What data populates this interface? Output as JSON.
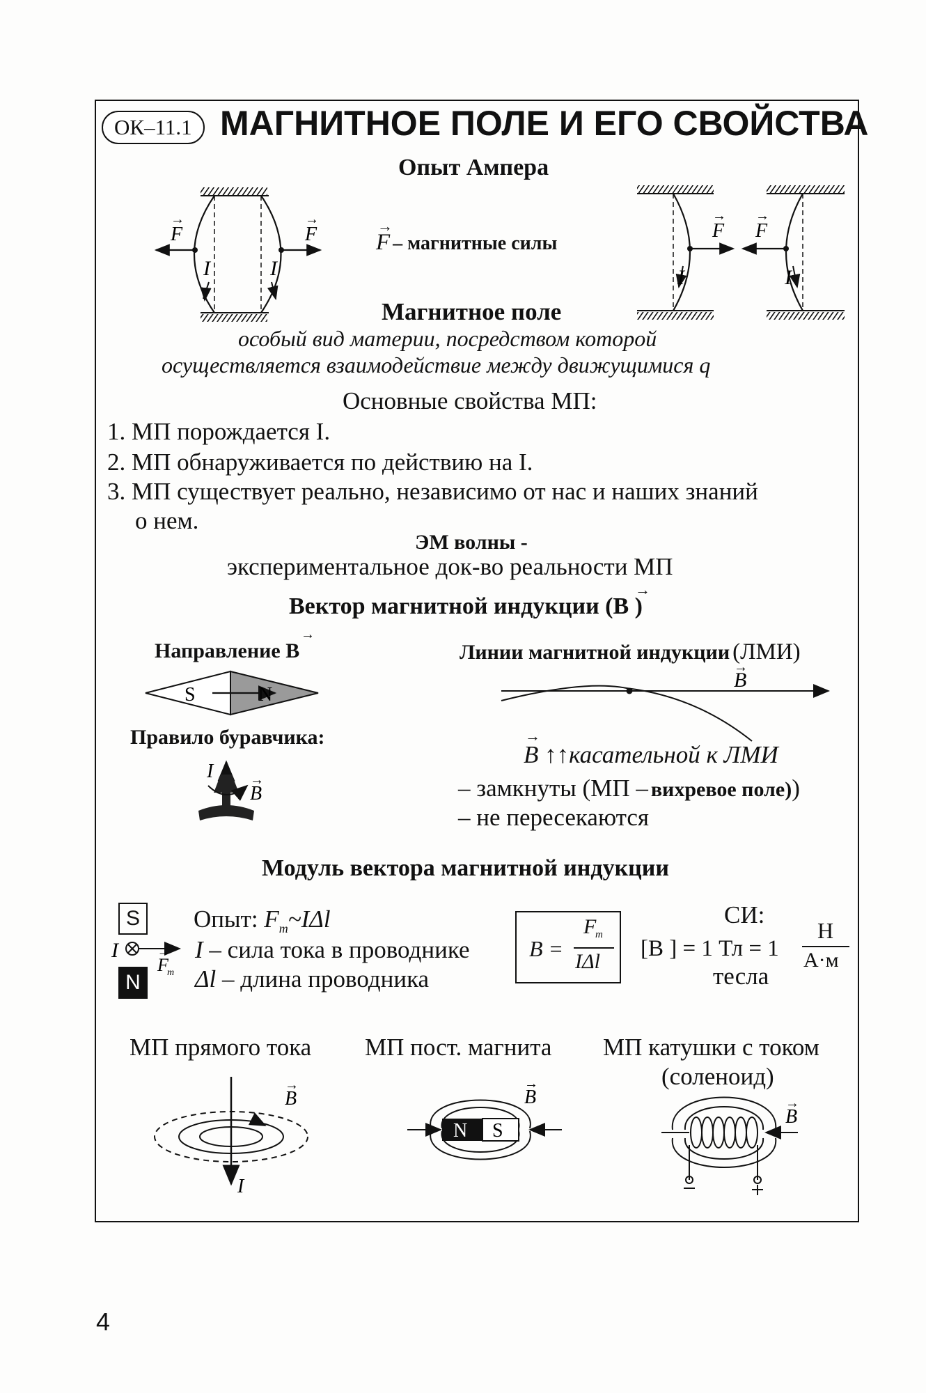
{
  "header": {
    "code": "ОК–11.1",
    "title": "МАГНИТНОЕ ПОЛЕ И ЕГО СВОЙСТВА"
  },
  "ampere": {
    "heading": "Опыт Ампера",
    "force_sym": "F",
    "force_desc": "– магнитные силы",
    "current_sym": "I"
  },
  "field": {
    "heading": "Магнитное поле",
    "def_line1": "особый вид материи, посредством которой",
    "def_line2": "осуществляется взаимодействие между движущимися q"
  },
  "properties": {
    "heading": "Основные свойства МП:",
    "items": [
      "1. МП порождается I.",
      "2. МП обнаруживается по действию на I.",
      "3. МП существует реально, независимо от нас и наших знаний",
      "о нем."
    ],
    "em_heading": "ЭМ волны -",
    "em_text": "экспериментальное док-во реальности МП"
  },
  "vector": {
    "heading": "Вектор магнитной индукции (B )",
    "direction": "Направление B",
    "lines": "Линии магнитной индукции",
    "lines_abbr": "(ЛМИ)",
    "gimlet": "Правило буравчика:",
    "tangent": "B ↑↑касательной к ЛМИ",
    "closed_a": "– замкнуты (МП –",
    "closed_b": "вихревое поле)",
    "not_cross": "– не пересекаются",
    "S": "S",
    "N": "N",
    "B": "B",
    "I": "I"
  },
  "modulus": {
    "heading": "Модуль вектора магнитной индукции",
    "S": "S",
    "N": "N",
    "exp_label": "Опыт:",
    "exp_formula": "F",
    "exp_sub": "m",
    "exp_rest": "~IΔl",
    "current_desc": "– сила тока в проводнике",
    "length_sym": "Δl",
    "length_desc": "– длина проводника",
    "formula_lhs": "B =",
    "formula_num": "F",
    "formula_num_sub": "m",
    "formula_den": "IΔl",
    "si_label": "СИ:",
    "si_unit_lhs": "[B ] = 1 Тл = 1",
    "si_num": "Н",
    "si_den": "А·м",
    "si_name": "тесла"
  },
  "fields": {
    "straight": "МП прямого тока",
    "magnet": "МП пост. магнита",
    "coil_line1": "МП катушки с током",
    "coil_line2": "(соленоид)"
  },
  "page_number": "4"
}
